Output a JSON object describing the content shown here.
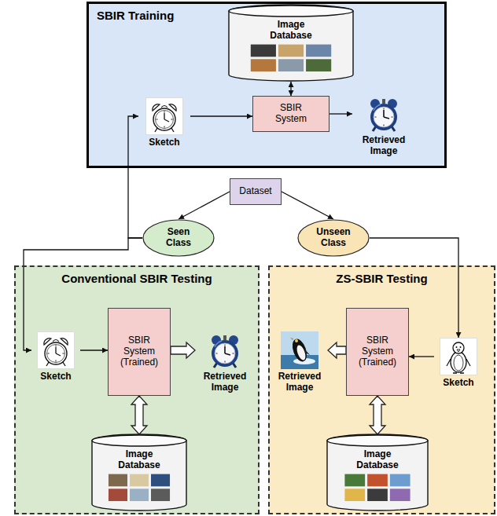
{
  "diagram": {
    "nodes": [
      {
        "text": [
          "SBIR Training"
        ]
      },
      {
        "text": [
          "Image Database"
        ],
        "in": 0
      },
      {
        "text": [
          "Sketch"
        ],
        "in": 0
      },
      {
        "text": [
          "SBIR System"
        ],
        "in": 0
      },
      {
        "text": [
          "Retrieved Image"
        ],
        "in": 0
      },
      {
        "text": [
          "Dataset"
        ]
      },
      {
        "text": [
          "Seen Class"
        ]
      },
      {
        "text": [
          "Unseen Class"
        ]
      },
      {
        "text": [
          "Conventional SBIR Testing"
        ]
      },
      {
        "text": [
          "Sketch"
        ],
        "in": 8
      },
      {
        "text": [
          "SBIR System (Trained)"
        ],
        "in": 8
      },
      {
        "text": [
          "Retrieved Image"
        ],
        "in": 8
      },
      {
        "text": [
          "Image Database"
        ],
        "in": 8
      },
      {
        "text": [
          "ZS-SBIR Testing"
        ]
      },
      {
        "text": [
          "Retrieved Image"
        ],
        "in": 13
      },
      {
        "text": [
          "SBIR System (Trained)"
        ],
        "in": 13
      },
      {
        "text": [
          "Sketch"
        ],
        "in": 13
      },
      {
        "text": [
          "Image Database"
        ],
        "in": 13
      }
    ],
    "edges": [
      {
        "from": 1,
        "to": 3,
        "arrow": "both"
      },
      {
        "from": 2,
        "to": 3,
        "arrow": "to"
      },
      {
        "from": 3,
        "to": 4,
        "arrow": "to"
      },
      {
        "from": 5,
        "to": 6,
        "arrow": "to"
      },
      {
        "from": 5,
        "to": 7,
        "arrow": "to"
      },
      {
        "from": 6,
        "to": 2,
        "arrow": "to"
      },
      {
        "from": 6,
        "to": 9,
        "arrow": "to"
      },
      {
        "from": 9,
        "to": 10,
        "arrow": "to"
      },
      {
        "from": 10,
        "to": 11,
        "arrow": "to"
      },
      {
        "from": 10,
        "to": 12,
        "arrow": "both"
      },
      {
        "from": 7,
        "to": 16,
        "arrow": "to"
      },
      {
        "from": 16,
        "to": 15,
        "arrow": "to"
      },
      {
        "from": 15,
        "to": 14,
        "arrow": "to"
      },
      {
        "from": 15,
        "to": 17,
        "arrow": "both"
      }
    ]
  }
}
